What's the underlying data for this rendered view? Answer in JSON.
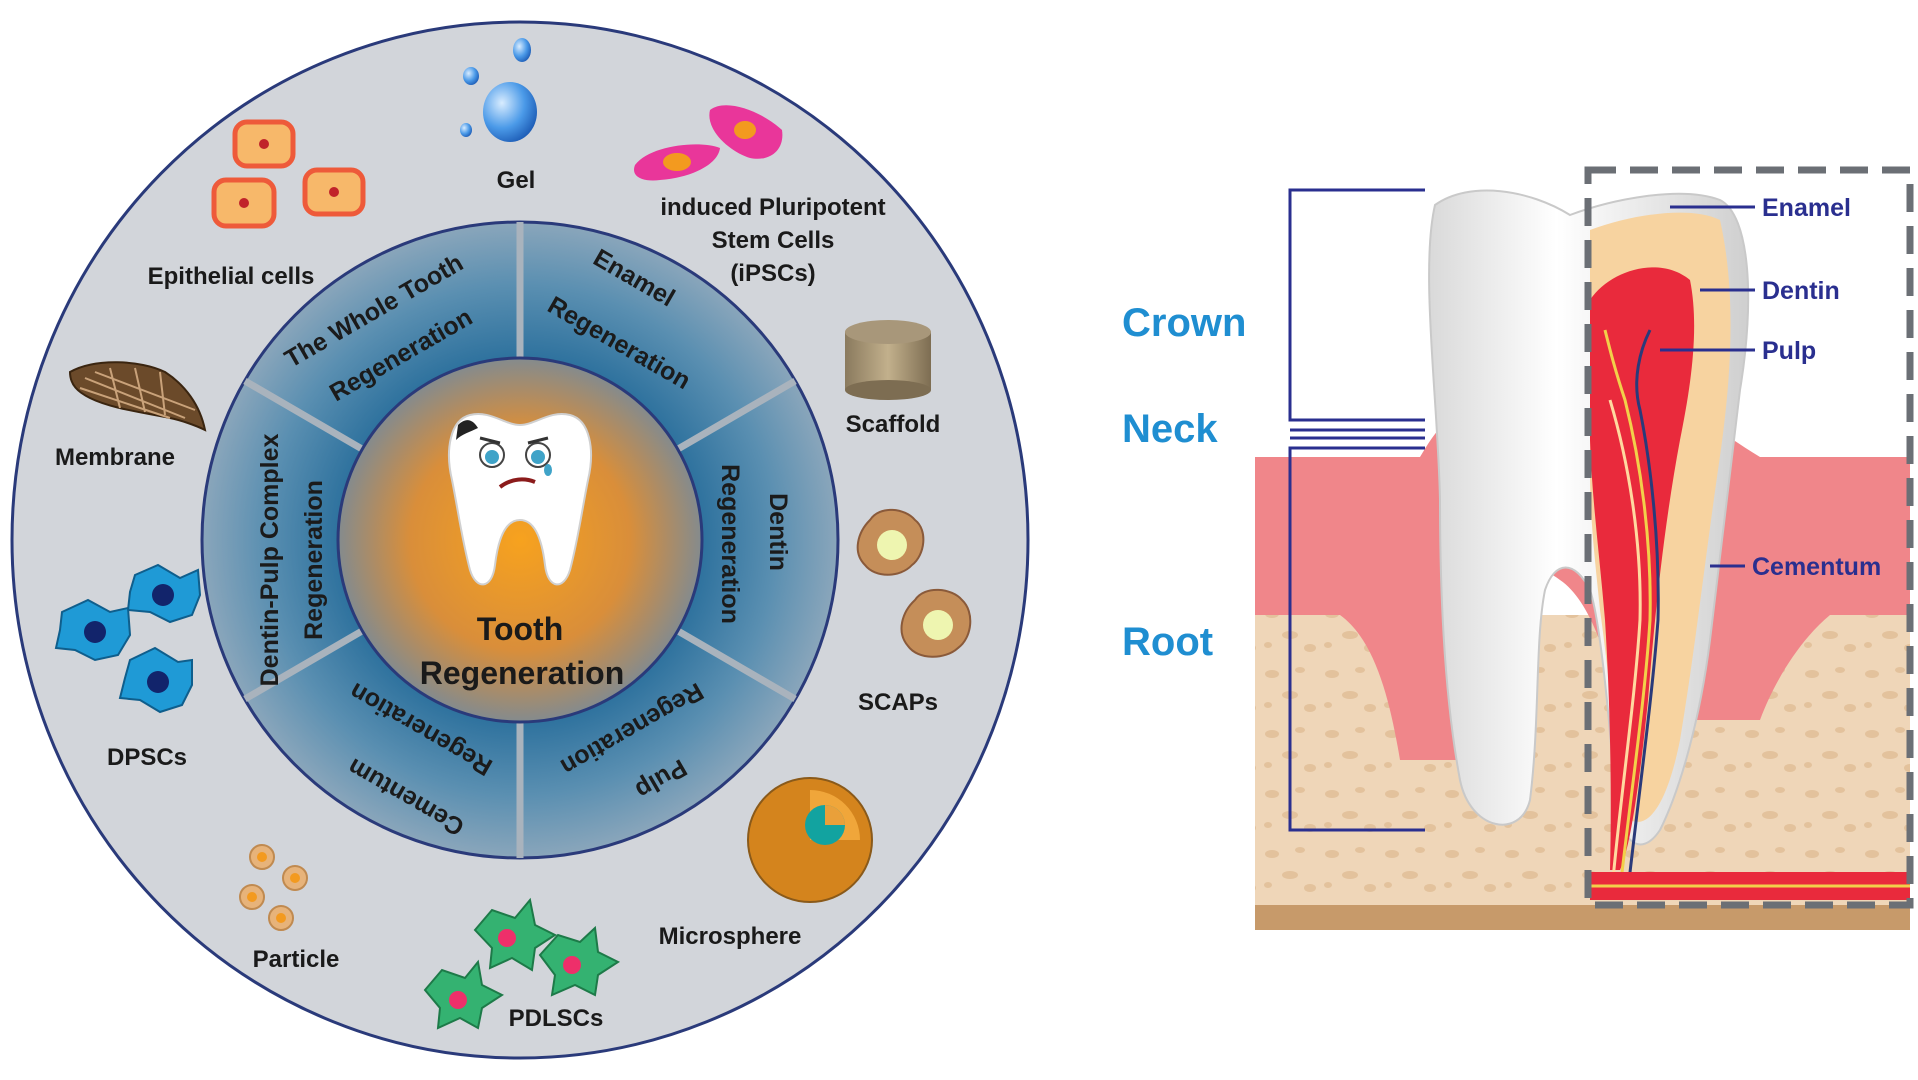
{
  "wheel": {
    "center_title_line1": "Tooth",
    "center_title_line2": "Regeneration",
    "segments": [
      {
        "line1": "Enamel",
        "line2": "Regeneration"
      },
      {
        "line1": "Dentin",
        "line2": "Regeneration"
      },
      {
        "line1": "Pulp",
        "line2": "Regeneration"
      },
      {
        "line1": "Cementum",
        "line2": "Regeneration"
      },
      {
        "line1": "Dentin-Pulp Complex",
        "line2": "Regeneration"
      },
      {
        "line1": "The Whole Tooth",
        "line2": "Regeneration"
      }
    ],
    "outer_items": {
      "gel": "Gel",
      "ipsc_line1": "induced Pluripotent",
      "ipsc_line2": "Stem Cells",
      "ipsc_line3": "(iPSCs)",
      "scaffold": "Scaffold",
      "scaps": "SCAPs",
      "microsphere": "Microsphere",
      "pdlscs": "PDLSCs",
      "particle": "Particle",
      "dpscs": "DPSCs",
      "membrane": "Membrane",
      "epithelial": "Epithelial cells"
    }
  },
  "anatomy": {
    "regions": {
      "crown": "Crown",
      "neck": "Neck",
      "root": "Root"
    },
    "parts": {
      "enamel": "Enamel",
      "dentin": "Dentin",
      "pulp": "Pulp",
      "cementum": "Cementum"
    }
  },
  "colors": {
    "outer_ring": "#d3d6db",
    "inner_ring": "#2f6f9a",
    "center_glow": "#f39a1f",
    "gum": "#f0868a",
    "bone": "#efd3b2",
    "pulp": "#e92a3c",
    "label_blue": "#1f8ed1",
    "anatomy_label": "#2a2f8f"
  }
}
